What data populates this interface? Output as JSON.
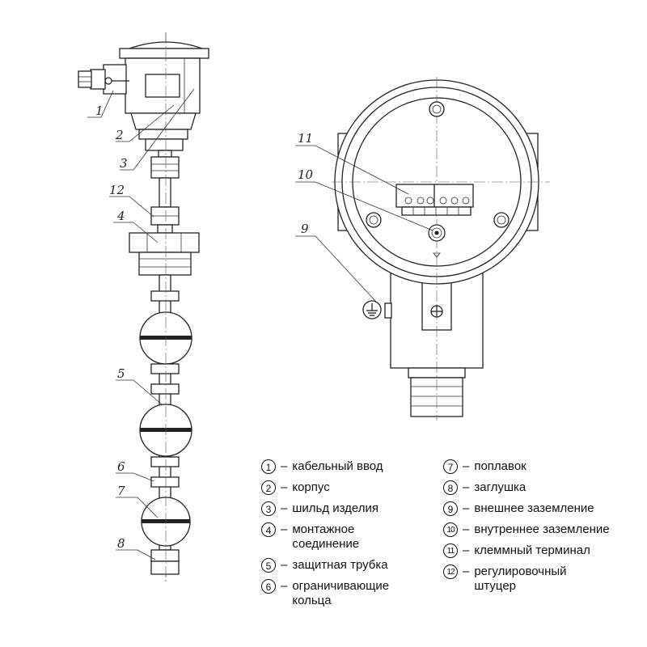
{
  "callouts": {
    "side_view": [
      "1",
      "2",
      "3",
      "12",
      "4",
      "5",
      "6",
      "7",
      "8"
    ],
    "front_view": [
      "11",
      "10",
      "9"
    ]
  },
  "legend": {
    "dash": "–",
    "items": [
      {
        "num": "1",
        "text": "кабельный ввод"
      },
      {
        "num": "2",
        "text": "корпус"
      },
      {
        "num": "3",
        "text": "шильд изделия"
      },
      {
        "num": "4",
        "text": "монтажное соединение"
      },
      {
        "num": "5",
        "text": "защитная трубка"
      },
      {
        "num": "6",
        "text": "ограничивающие кольца"
      },
      {
        "num": "7",
        "text": "поплавок"
      },
      {
        "num": "8",
        "text": "заглушка"
      },
      {
        "num": "9",
        "text": "внешнее заземление"
      },
      {
        "num": "10",
        "text": "внутреннее заземление"
      },
      {
        "num": "11",
        "text": "клеммный терминал"
      },
      {
        "num": "12",
        "text": "регулировочный штуцер"
      }
    ]
  }
}
